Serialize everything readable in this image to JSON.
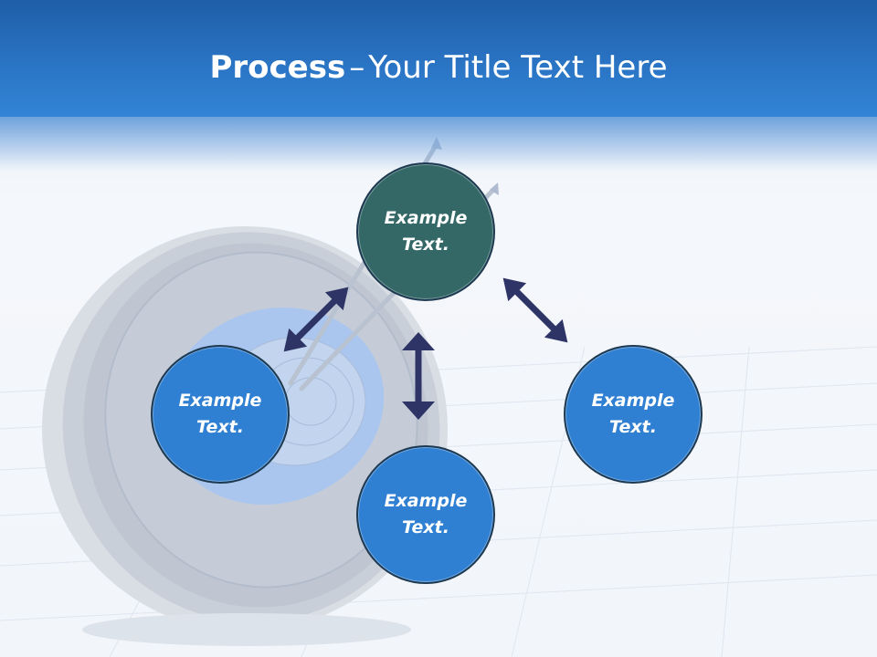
{
  "header": {
    "title_bold": "Process",
    "title_sep": "–",
    "title_rest": "Your Title Text Here"
  },
  "diagram": {
    "nodes": [
      {
        "id": "top",
        "label": "Example Text.",
        "color": "#336866"
      },
      {
        "id": "left",
        "label": "Example Text.",
        "color": "#2f7fd2"
      },
      {
        "id": "bottom",
        "label": "Example Text.",
        "color": "#2f7fd2"
      },
      {
        "id": "right",
        "label": "Example Text.",
        "color": "#2f7fd2"
      }
    ],
    "arrow_color": "#2e3566",
    "connectors": [
      {
        "from": "top",
        "to": "left",
        "type": "double-arrow"
      },
      {
        "from": "top",
        "to": "bottom",
        "type": "double-arrow"
      },
      {
        "from": "top",
        "to": "right",
        "type": "double-arrow"
      }
    ]
  },
  "background": {
    "image": "target-with-arrows",
    "grid_floor": true
  }
}
